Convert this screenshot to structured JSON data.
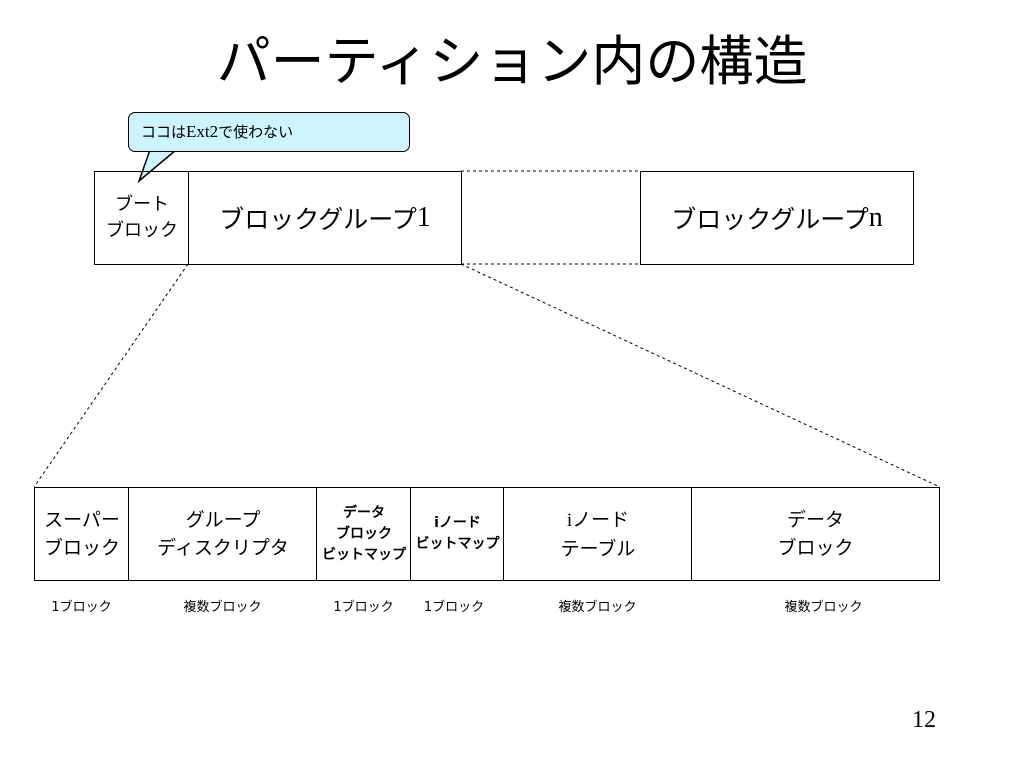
{
  "title": "パーティション内の構造",
  "callout": {
    "pre": "ココは",
    "mid": "Ext2",
    "post": "で使わない"
  },
  "top_row": {
    "boot_block": {
      "line1": "ブート",
      "line2": "ブロック"
    },
    "group1": {
      "text": "ブロックグループ",
      "suffix": "1"
    },
    "groupn": {
      "text": "ブロックグループ",
      "suffix": "n"
    }
  },
  "bottom_row": [
    {
      "line1": "スーパー",
      "line2": "ブロック",
      "size": "1ブロック"
    },
    {
      "line1": "グループ",
      "line2": "ディスクリプタ",
      "size": "複数ブロック"
    },
    {
      "line1": "データ",
      "line2": "ブロック",
      "line3": "ビットマップ",
      "size": "1ブロック"
    },
    {
      "prefix": "i",
      "line1": "ノード",
      "line2": "ビットマップ",
      "size": "1ブロック"
    },
    {
      "prefix": "i",
      "line1": "ノード",
      "line2": "テーブル",
      "size": "複数ブロック"
    },
    {
      "line1": "データ",
      "line2": "ブロック",
      "size": "複数ブロック"
    }
  ],
  "page_number": "12"
}
